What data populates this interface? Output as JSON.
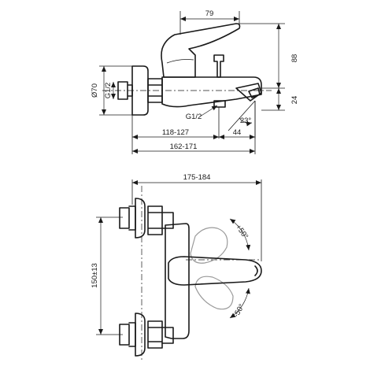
{
  "dimensions": {
    "spout_length": "79",
    "height": "88",
    "outlet_height": "24",
    "eccentric_diameter": "Ø70",
    "inlet_thread_side": "G1/2",
    "outlet_thread": "G1/2",
    "angle_spout": "23°",
    "spout_projection": "44",
    "wall_to_spout": "118-127",
    "total_depth": "162-171",
    "total_width": "175-184",
    "centre_distance": "150±13",
    "lever_angle_up": "+50°",
    "lever_angle_down": "-50°"
  }
}
